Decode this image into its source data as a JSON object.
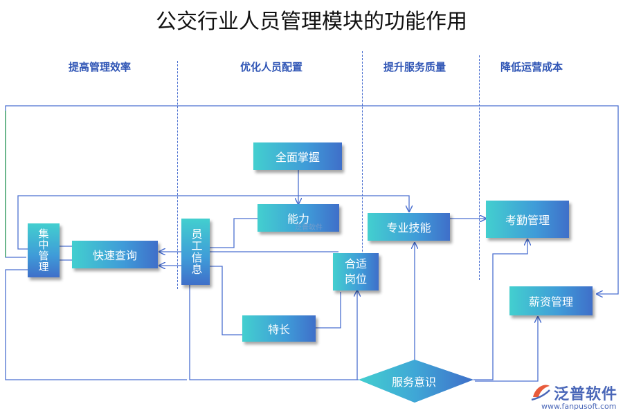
{
  "title": "公交行业人员管理模块的功能作用",
  "columns": [
    "提高管理效率",
    "优化人员配置",
    "提升服务质量",
    "降低运营成本"
  ],
  "nodes": {
    "jizhong": "集中管理",
    "kuaisu": "快速查询",
    "yuangong": "员工信息",
    "quanmian": "全面掌握",
    "nengli": "能力",
    "techang": "特长",
    "heshi": "合适岗位",
    "zhuanye": "专业技能",
    "kaoqin": "考勤管理",
    "xinzi": "薪资管理",
    "fuwu": "服务意识"
  },
  "watermark": "泛普软件",
  "logo": {
    "name": "泛普软件",
    "url": "www.fanpusoft.com"
  },
  "colors": {
    "accent": "#3f6fc9",
    "line": "#4a6fd0",
    "box_start": "#43cfcf",
    "box_end": "#3f6fc9"
  }
}
